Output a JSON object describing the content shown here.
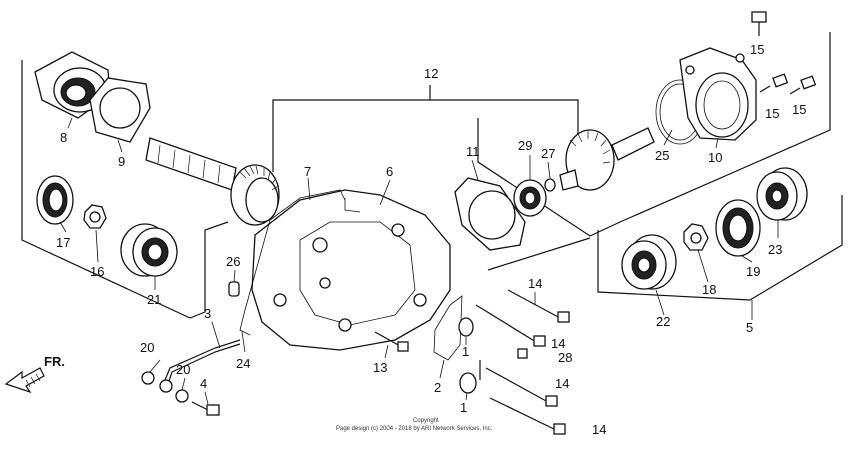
{
  "diagram": {
    "callouts": [
      "12",
      "15",
      "15",
      "15",
      "8",
      "9",
      "7",
      "6",
      "11",
      "29",
      "27",
      "25",
      "10",
      "17",
      "16",
      "21",
      "26",
      "3",
      "20",
      "20",
      "4",
      "24",
      "13",
      "14",
      "14",
      "28",
      "14",
      "14",
      "1",
      "1",
      "2",
      "22",
      "18",
      "19",
      "23",
      "5"
    ],
    "direction_label": "FR.",
    "copyright_line1": "Copyright",
    "copyright_line2": "Page design (c) 2004 - 2018 by ARI Network Services, Inc."
  }
}
